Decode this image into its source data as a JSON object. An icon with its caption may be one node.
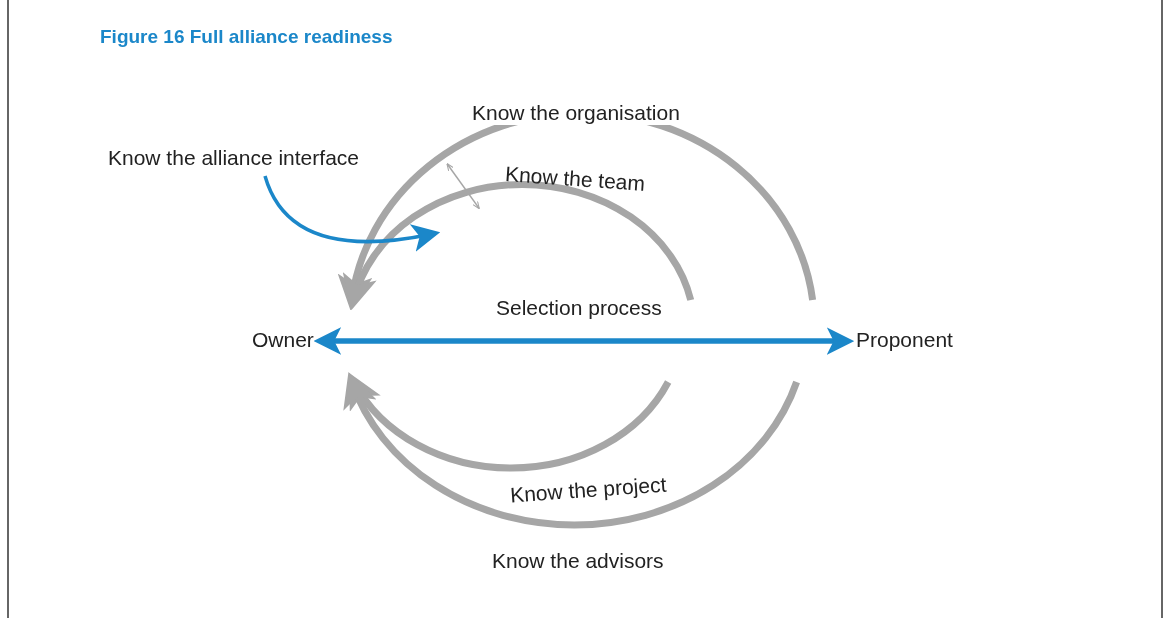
{
  "diagram": {
    "title": "Figure 16 Full alliance readiness",
    "nodes": [
      {
        "text": [
          "Owner"
        ]
      },
      {
        "text": [
          "Proponent"
        ]
      },
      {
        "text": [
          "Know the alliance interface"
        ]
      }
    ],
    "edges": [
      {
        "from": null,
        "to": 0,
        "arrow": "to",
        "label": "Know the organisation"
      },
      {
        "from": null,
        "to": 0,
        "arrow": "to",
        "label": "Know the team"
      },
      {
        "from": 0,
        "to": 1,
        "arrow": "both",
        "label": "Selection process",
        "color": "#1b87c9"
      },
      {
        "from": null,
        "to": 0,
        "arrow": "to",
        "label": "Know the project"
      },
      {
        "from": null,
        "to": 0,
        "arrow": "to",
        "label": "Know the advisors"
      },
      {
        "from": 2,
        "to": null,
        "arrow": "to",
        "color": "#1b87c9"
      }
    ]
  }
}
